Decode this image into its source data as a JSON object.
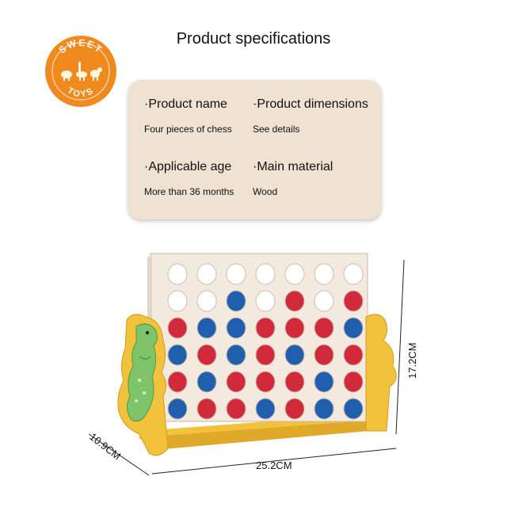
{
  "logo": {
    "top_text": "SWEET",
    "bottom_text": "TOYS",
    "color": "#f08a1e"
  },
  "title": "Product specifications",
  "specs": [
    {
      "label": "·Product name",
      "value": "Four pieces of chess"
    },
    {
      "label": "·Product dimensions",
      "value": "See details"
    },
    {
      "label": "·Applicable age",
      "value": "More than 36 months"
    },
    {
      "label": "·Main material",
      "value": "Wood"
    }
  ],
  "dimensions": {
    "width": "25.2CM",
    "height": "17.2CM",
    "depth": "10.9CM"
  },
  "colors": {
    "card": "#efe2d3",
    "board": "#f3e9df",
    "frame": "#f3c23c",
    "red": "#d12a3a",
    "blue": "#1f5fae"
  }
}
